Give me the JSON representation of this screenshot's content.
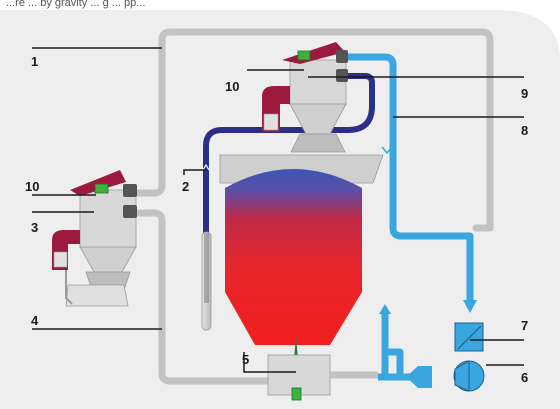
{
  "header": {
    "caption": "...re ... by gravity ... g ... pp..."
  },
  "callouts": {
    "c1": "1",
    "c2": "2",
    "c3": "3",
    "c4": "4",
    "c5": "5",
    "c6": "6",
    "c7": "7",
    "c8": "8",
    "c9": "9",
    "c10a": "10",
    "c10b": "10"
  },
  "colors": {
    "background_panel": "#eeeeee",
    "grey_pipe": "#c2c2c2",
    "dark_blue_pipe": "#2b2f86",
    "light_blue_pipe": "#3aa6e0",
    "hopper_red": "#e8262a",
    "hopper_blue": "#3a57b5",
    "lid_crimson": "#9c1a3e",
    "sensor_green": "#3fb13f",
    "machine_grey": "#d8d8d8"
  }
}
